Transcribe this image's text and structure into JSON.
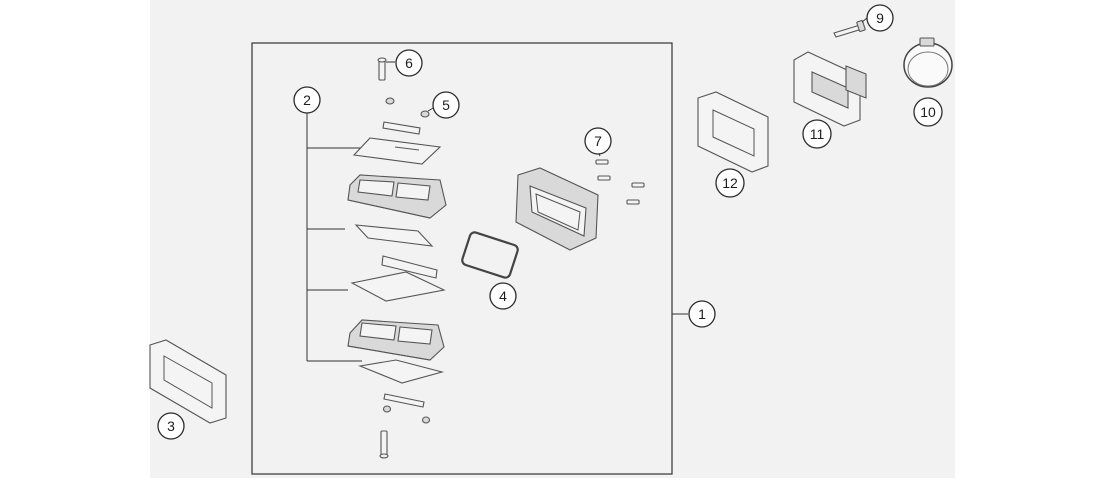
{
  "diagram": {
    "background": "#f2f2f2",
    "callouts": [
      {
        "id": "c1",
        "label": "1"
      },
      {
        "id": "c2",
        "label": "2"
      },
      {
        "id": "c3",
        "label": "3"
      },
      {
        "id": "c4",
        "label": "4"
      },
      {
        "id": "c5",
        "label": "5"
      },
      {
        "id": "c6",
        "label": "6"
      },
      {
        "id": "c7",
        "label": "7"
      },
      {
        "id": "c9",
        "label": "9"
      },
      {
        "id": "c10",
        "label": "10"
      },
      {
        "id": "c11",
        "label": "11"
      },
      {
        "id": "c12",
        "label": "12"
      }
    ]
  }
}
